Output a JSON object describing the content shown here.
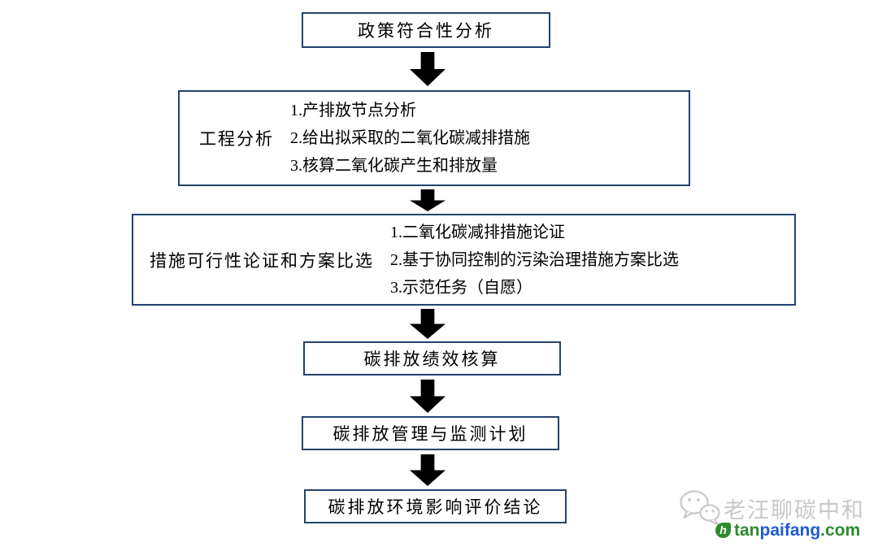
{
  "flowchart": {
    "steps": [
      {
        "label": "政策符合性分析"
      },
      {
        "label": "工程分析",
        "items": [
          "1.产排放节点分析",
          "2.给出拟采取的二氧化碳减排措施",
          "3.核算二氧化碳产生和排放量"
        ]
      },
      {
        "label": "措施可行性论证和方案比选",
        "items": [
          "1.二氧化碳减排措施论证",
          "2.基于协同控制的污染治理措施方案比选",
          "3.示范任务（自愿）"
        ]
      },
      {
        "label": "碳排放绩效核算"
      },
      {
        "label": "碳排放管理与监测计划"
      },
      {
        "label": "碳排放环境影响评价结论"
      }
    ]
  },
  "watermark": {
    "wechat_account_name": "老汪聊碳中和",
    "logo_letter": "h",
    "website": {
      "green_prefix": "tan",
      "blue_middle": "paifang",
      "green_suffix": ".com"
    }
  },
  "colors": {
    "box_border": "#24436b",
    "arrow": "#000000",
    "watermark_gray": "#c8c8c8",
    "site_green": "#2e8b2e",
    "site_blue": "#1e5bd6"
  }
}
